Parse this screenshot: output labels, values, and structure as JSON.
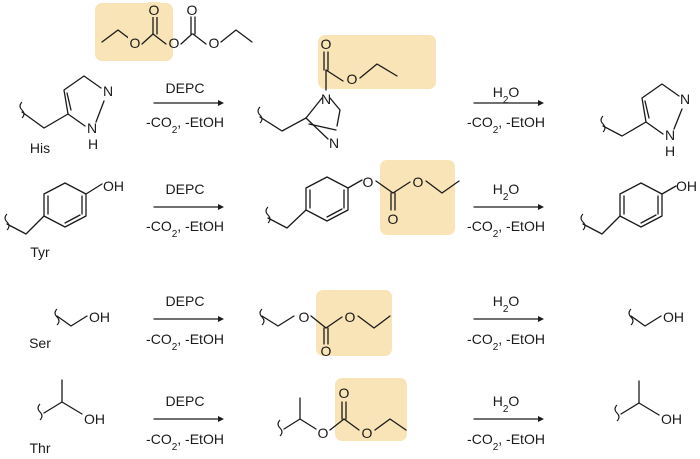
{
  "reagent": "DEPC",
  "water": "H2O",
  "byproducts": "-CO2, -EtOH",
  "residues": [
    "His",
    "Tyr",
    "Ser",
    "Thr"
  ],
  "atoms": {
    "N": "N",
    "H": "H",
    "O": "O",
    "OH": "OH"
  },
  "colors": {
    "highlight": "#f8e4b6",
    "ink": "#1a1a1a"
  }
}
